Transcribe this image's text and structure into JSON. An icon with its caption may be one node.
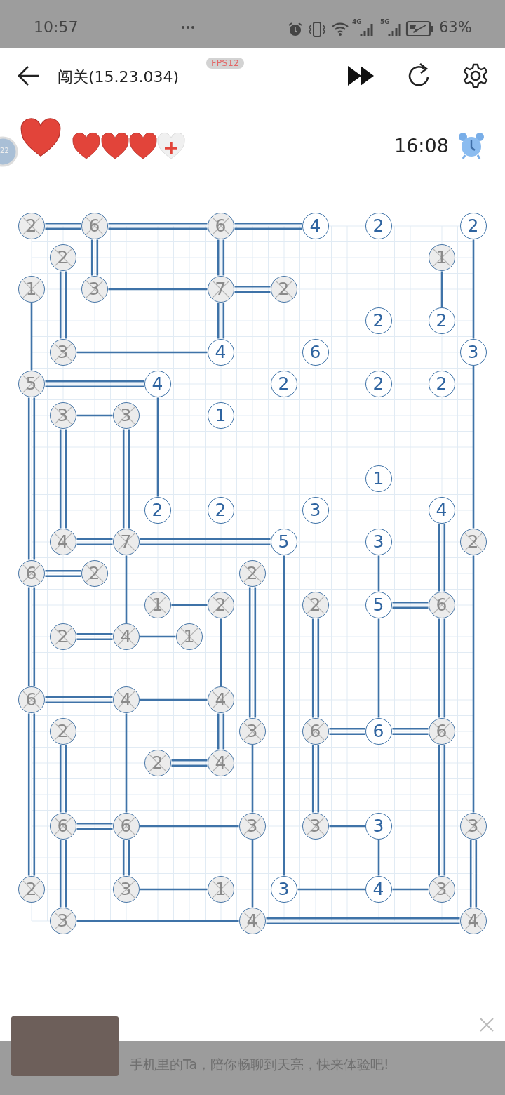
{
  "diagram": {
    "title": "闯关(15.23.034)",
    "nodes": [
      {
        "text": [
          "2"
        ]
      },
      {
        "text": [
          "6"
        ]
      },
      {
        "text": [
          "6"
        ]
      },
      {
        "text": [
          "4"
        ]
      },
      {
        "text": [
          "2"
        ]
      },
      {
        "text": [
          "2"
        ]
      },
      {
        "text": [
          "2"
        ]
      },
      {
        "text": [
          "1"
        ]
      },
      {
        "text": [
          "1"
        ]
      },
      {
        "text": [
          "3"
        ]
      },
      {
        "text": [
          "7"
        ]
      },
      {
        "text": [
          "2"
        ]
      },
      {
        "text": [
          "2"
        ]
      },
      {
        "text": [
          "2"
        ]
      },
      {
        "text": [
          "3"
        ]
      },
      {
        "text": [
          "4"
        ]
      },
      {
        "text": [
          "6"
        ]
      },
      {
        "text": [
          "3"
        ]
      },
      {
        "text": [
          "5"
        ]
      },
      {
        "text": [
          "4"
        ]
      },
      {
        "text": [
          "2"
        ]
      },
      {
        "text": [
          "2"
        ]
      },
      {
        "text": [
          "2"
        ]
      },
      {
        "text": [
          "3"
        ]
      },
      {
        "text": [
          "3"
        ]
      },
      {
        "text": [
          "1"
        ]
      },
      {
        "text": [
          "1"
        ]
      },
      {
        "text": [
          "2"
        ]
      },
      {
        "text": [
          "2"
        ]
      },
      {
        "text": [
          "3"
        ]
      },
      {
        "text": [
          "4"
        ]
      },
      {
        "text": [
          "4"
        ]
      },
      {
        "text": [
          "7"
        ]
      },
      {
        "text": [
          "5"
        ]
      },
      {
        "text": [
          "3"
        ]
      },
      {
        "text": [
          "2"
        ]
      },
      {
        "text": [
          "6"
        ]
      },
      {
        "text": [
          "2"
        ]
      },
      {
        "text": [
          "2"
        ]
      },
      {
        "text": [
          "1"
        ]
      },
      {
        "text": [
          "2"
        ]
      },
      {
        "text": [
          "2"
        ]
      },
      {
        "text": [
          "5"
        ]
      },
      {
        "text": [
          "6"
        ]
      },
      {
        "text": [
          "2"
        ]
      },
      {
        "text": [
          "4"
        ]
      },
      {
        "text": [
          "1"
        ]
      },
      {
        "text": [
          "6"
        ]
      },
      {
        "text": [
          "4"
        ]
      },
      {
        "text": [
          "4"
        ]
      },
      {
        "text": [
          "2"
        ]
      },
      {
        "text": [
          "3"
        ]
      },
      {
        "text": [
          "6"
        ]
      },
      {
        "text": [
          "6"
        ]
      },
      {
        "text": [
          "6"
        ]
      },
      {
        "text": [
          "2"
        ]
      },
      {
        "text": [
          "4"
        ]
      },
      {
        "text": [
          "6"
        ]
      },
      {
        "text": [
          "6"
        ]
      },
      {
        "text": [
          "3"
        ]
      },
      {
        "text": [
          "3"
        ]
      },
      {
        "text": [
          "3"
        ]
      },
      {
        "text": [
          "3"
        ]
      },
      {
        "text": [
          "2"
        ]
      },
      {
        "text": [
          "3"
        ]
      },
      {
        "text": [
          "1"
        ]
      },
      {
        "text": [
          "3"
        ]
      },
      {
        "text": [
          "4"
        ]
      },
      {
        "text": [
          "3"
        ]
      },
      {
        "text": [
          "3"
        ]
      },
      {
        "text": [
          "4"
        ]
      },
      {
        "text": [
          "4"
        ]
      }
    ],
    "edges": [
      {
        "from": 0,
        "to": 1,
        "arrow": "none"
      },
      {
        "from": 1,
        "to": 2,
        "arrow": "none"
      },
      {
        "from": 2,
        "to": 3,
        "arrow": "none"
      },
      {
        "from": 1,
        "to": 9,
        "arrow": "none"
      },
      {
        "from": 2,
        "to": 10,
        "arrow": "none"
      },
      {
        "from": 6,
        "to": 14,
        "arrow": "none"
      },
      {
        "from": 9,
        "to": 10,
        "arrow": "none"
      },
      {
        "from": 10,
        "to": 11,
        "arrow": "none"
      },
      {
        "from": 10,
        "to": 15,
        "arrow": "none"
      },
      {
        "from": 14,
        "to": 15,
        "arrow": "none"
      },
      {
        "from": 8,
        "to": 18,
        "arrow": "none"
      },
      {
        "from": 5,
        "to": 17,
        "arrow": "none"
      },
      {
        "from": 7,
        "to": 13,
        "arrow": "none"
      },
      {
        "from": 18,
        "to": 19,
        "arrow": "none"
      },
      {
        "from": 18,
        "to": 36,
        "arrow": "none"
      },
      {
        "from": 23,
        "to": 24,
        "arrow": "none"
      },
      {
        "from": 23,
        "to": 31,
        "arrow": "none"
      },
      {
        "from": 24,
        "to": 32,
        "arrow": "none"
      },
      {
        "from": 19,
        "to": 27,
        "arrow": "none"
      },
      {
        "from": 31,
        "to": 32,
        "arrow": "none"
      },
      {
        "from": 32,
        "to": 33,
        "arrow": "none"
      },
      {
        "from": 32,
        "to": 45,
        "arrow": "none"
      },
      {
        "from": 33,
        "to": 66,
        "arrow": "none"
      },
      {
        "from": 17,
        "to": 35,
        "arrow": "none"
      },
      {
        "from": 30,
        "to": 43,
        "arrow": "none"
      },
      {
        "from": 34,
        "to": 42,
        "arrow": "none"
      },
      {
        "from": 36,
        "to": 37,
        "arrow": "none"
      },
      {
        "from": 36,
        "to": 47,
        "arrow": "none"
      },
      {
        "from": 38,
        "to": 51,
        "arrow": "none"
      },
      {
        "from": 39,
        "to": 40,
        "arrow": "none"
      },
      {
        "from": 40,
        "to": 49,
        "arrow": "none"
      },
      {
        "from": 41,
        "to": 52,
        "arrow": "none"
      },
      {
        "from": 42,
        "to": 43,
        "arrow": "none"
      },
      {
        "from": 42,
        "to": 53,
        "arrow": "none"
      },
      {
        "from": 43,
        "to": 54,
        "arrow": "none"
      },
      {
        "from": 44,
        "to": 45,
        "arrow": "none"
      },
      {
        "from": 45,
        "to": 46,
        "arrow": "none"
      },
      {
        "from": 47,
        "to": 48,
        "arrow": "none"
      },
      {
        "from": 47,
        "to": 63,
        "arrow": "none"
      },
      {
        "from": 48,
        "to": 49,
        "arrow": "none"
      },
      {
        "from": 48,
        "to": 58,
        "arrow": "none"
      },
      {
        "from": 49,
        "to": 56,
        "arrow": "none"
      },
      {
        "from": 55,
        "to": 56,
        "arrow": "none"
      },
      {
        "from": 50,
        "to": 57,
        "arrow": "none"
      },
      {
        "from": 52,
        "to": 53,
        "arrow": "none"
      },
      {
        "from": 53,
        "to": 54,
        "arrow": "none"
      },
      {
        "from": 52,
        "to": 60,
        "arrow": "none"
      },
      {
        "from": 54,
        "to": 68,
        "arrow": "none"
      },
      {
        "from": 51,
        "to": 59,
        "arrow": "none"
      },
      {
        "from": 57,
        "to": 58,
        "arrow": "none"
      },
      {
        "from": 58,
        "to": 59,
        "arrow": "none"
      },
      {
        "from": 58,
        "to": 64,
        "arrow": "none"
      },
      {
        "from": 57,
        "to": 69,
        "arrow": "none"
      },
      {
        "from": 60,
        "to": 61,
        "arrow": "none"
      },
      {
        "from": 61,
        "to": 67,
        "arrow": "none"
      },
      {
        "from": 35,
        "to": 62,
        "arrow": "none"
      },
      {
        "from": 62,
        "to": 71,
        "arrow": "none"
      },
      {
        "from": 64,
        "to": 65,
        "arrow": "none"
      },
      {
        "from": 66,
        "to": 67,
        "arrow": "none"
      },
      {
        "from": 67,
        "to": 68,
        "arrow": "none"
      },
      {
        "from": 69,
        "to": 70,
        "arrow": "none"
      },
      {
        "from": 59,
        "to": 70,
        "arrow": "none"
      },
      {
        "from": 70,
        "to": 71,
        "arrow": "none"
      },
      {
        "from": 0,
        "to": 1,
        "arrow": "none"
      },
      {
        "from": 1,
        "to": 2,
        "arrow": "none"
      },
      {
        "from": 2,
        "to": 3,
        "arrow": "none"
      },
      {
        "from": 1,
        "to": 9,
        "arrow": "none"
      },
      {
        "from": 2,
        "to": 10,
        "arrow": "none"
      },
      {
        "from": 6,
        "to": 14,
        "arrow": "none"
      },
      {
        "from": 10,
        "to": 11,
        "arrow": "none"
      },
      {
        "from": 10,
        "to": 15,
        "arrow": "none"
      },
      {
        "from": 18,
        "to": 19,
        "arrow": "none"
      },
      {
        "from": 18,
        "to": 36,
        "arrow": "none"
      },
      {
        "from": 23,
        "to": 31,
        "arrow": "none"
      },
      {
        "from": 24,
        "to": 32,
        "arrow": "none"
      },
      {
        "from": 31,
        "to": 32,
        "arrow": "none"
      },
      {
        "from": 32,
        "to": 33,
        "arrow": "none"
      },
      {
        "from": 30,
        "to": 43,
        "arrow": "none"
      },
      {
        "from": 36,
        "to": 37,
        "arrow": "none"
      },
      {
        "from": 36,
        "to": 47,
        "arrow": "none"
      },
      {
        "from": 38,
        "to": 51,
        "arrow": "none"
      },
      {
        "from": 41,
        "to": 52,
        "arrow": "none"
      },
      {
        "from": 42,
        "to": 43,
        "arrow": "none"
      },
      {
        "from": 43,
        "to": 54,
        "arrow": "none"
      },
      {
        "from": 44,
        "to": 45,
        "arrow": "none"
      },
      {
        "from": 47,
        "to": 48,
        "arrow": "none"
      },
      {
        "from": 47,
        "to": 63,
        "arrow": "none"
      },
      {
        "from": 49,
        "to": 56,
        "arrow": "none"
      },
      {
        "from": 55,
        "to": 56,
        "arrow": "none"
      },
      {
        "from": 50,
        "to": 57,
        "arrow": "none"
      },
      {
        "from": 52,
        "to": 53,
        "arrow": "none"
      },
      {
        "from": 53,
        "to": 54,
        "arrow": "none"
      },
      {
        "from": 52,
        "to": 60,
        "arrow": "none"
      },
      {
        "from": 54,
        "to": 68,
        "arrow": "none"
      },
      {
        "from": 57,
        "to": 58,
        "arrow": "none"
      },
      {
        "from": 58,
        "to": 64,
        "arrow": "none"
      },
      {
        "from": 57,
        "to": 69,
        "arrow": "none"
      },
      {
        "from": 62,
        "to": 71,
        "arrow": "none"
      },
      {
        "from": 70,
        "to": 71,
        "arrow": "none"
      }
    ],
    "labels": [
      "10:57",
      "4G",
      "5G",
      "63%",
      "FPS12",
      "22",
      "16:08",
      "手机里的Ta，陪你畅聊到天亮，快来体验吧!"
    ]
  }
}
